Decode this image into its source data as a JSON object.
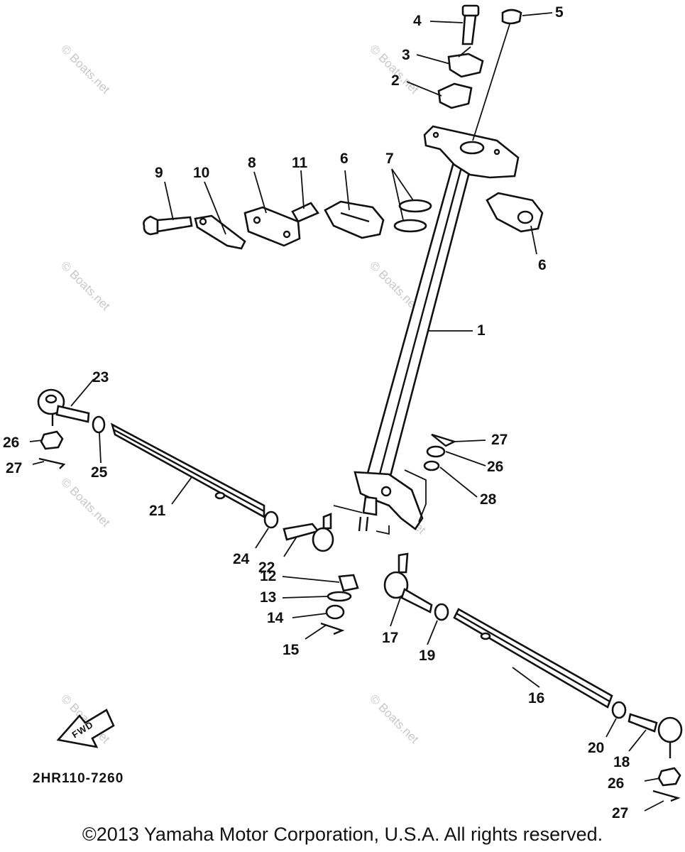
{
  "callouts": {
    "c1": "1",
    "c2": "2",
    "c3": "3",
    "c4": "4",
    "c5": "5",
    "c6a": "6",
    "c6b": "6",
    "c7": "7",
    "c8": "8",
    "c9": "9",
    "c10": "10",
    "c11": "11",
    "c12": "12",
    "c13": "13",
    "c14": "14",
    "c15": "15",
    "c16": "16",
    "c17": "17",
    "c18": "18",
    "c19": "19",
    "c20": "20",
    "c21": "21",
    "c22": "22",
    "c23": "23",
    "c24": "24",
    "c25": "25",
    "c26a": "26",
    "c26b": "26",
    "c26c": "26",
    "c27a": "27",
    "c27b": "27",
    "c27c": "27",
    "c28": "28"
  },
  "fwd_label": "FWD",
  "part_code": "2HR110-7260",
  "watermark": "© Boats.net",
  "copyright": "©2013 Yamaha Motor Corporation, U.S.A. All rights reserved."
}
